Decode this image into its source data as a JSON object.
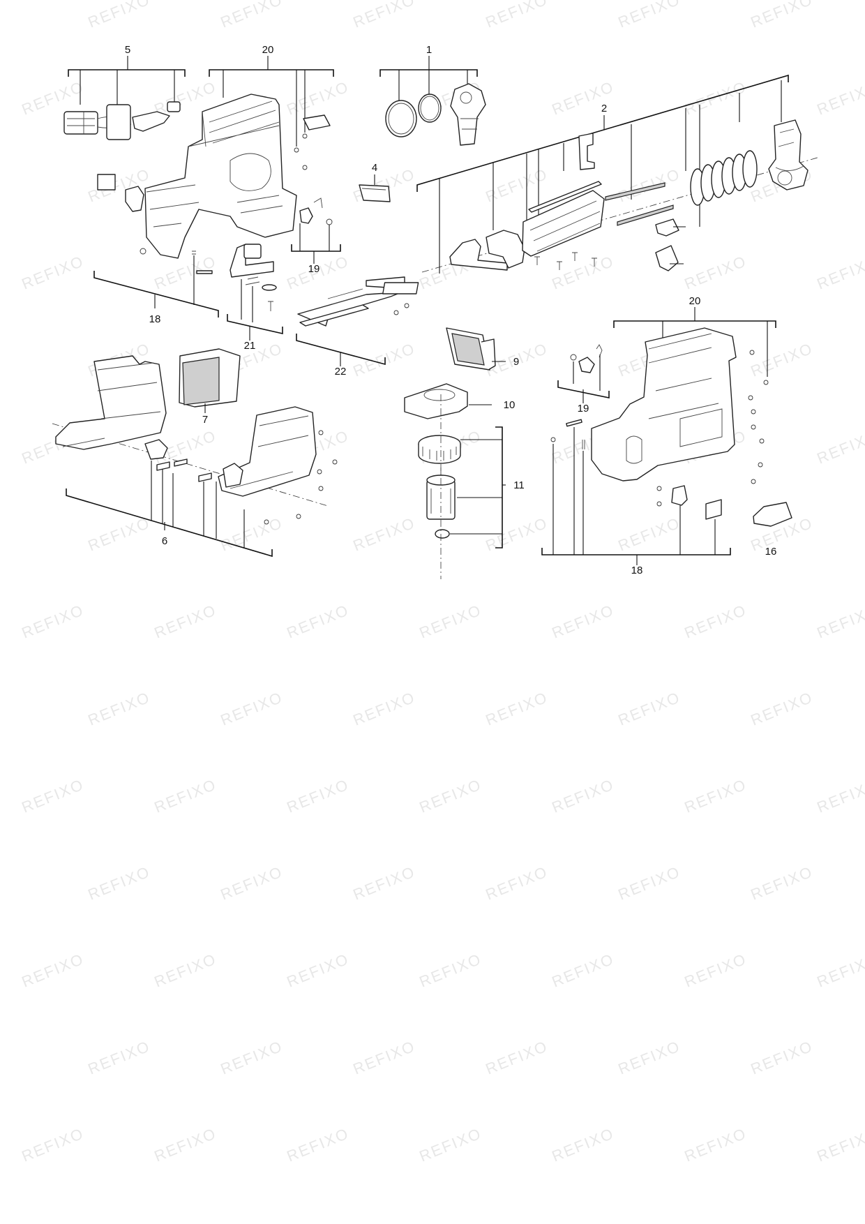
{
  "watermark": "REFIXO",
  "callouts": {
    "c1": "1",
    "c2": "2",
    "c4": "4",
    "c5": "5",
    "c6": "6",
    "c7": "7",
    "c9": "9",
    "c10": "10",
    "c11": "11",
    "c16": "16",
    "c18a": "18",
    "c18b": "18",
    "c19a": "19",
    "c19b": "19",
    "c20a": "20",
    "c20b": "20",
    "c21": "21",
    "c22": "22"
  }
}
